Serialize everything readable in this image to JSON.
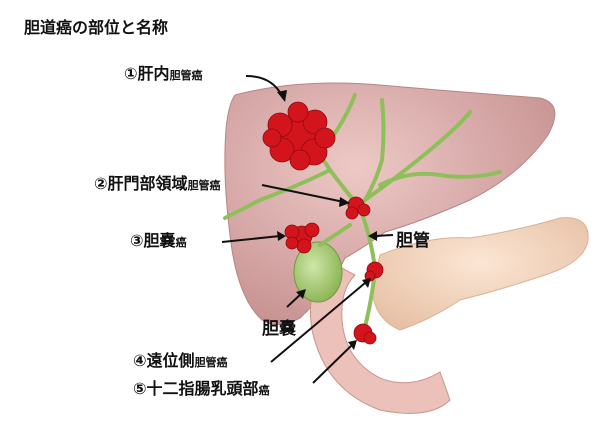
{
  "title": "胆道癌の部位と名称",
  "labels": [
    {
      "num": "①",
      "main": "肝内",
      "suffix": "胆管癌"
    },
    {
      "num": "②",
      "main": "肝門部領域",
      "suffix": "胆管癌"
    },
    {
      "num": "③",
      "main": "胆嚢",
      "suffix": "癌"
    },
    {
      "num": "④",
      "main": "遠位側",
      "suffix": "胆管癌"
    },
    {
      "num": "⑤",
      "main": "十二指腸乳頭部",
      "suffix": "癌"
    }
  ],
  "organs": {
    "bile_duct": "胆管",
    "gallbladder": "胆嚢"
  },
  "colors": {
    "liver": "#d9a6a6",
    "pancreas": "#f3d2b8",
    "duct": "#8fbf5a",
    "tumor": "#d4141c"
  }
}
